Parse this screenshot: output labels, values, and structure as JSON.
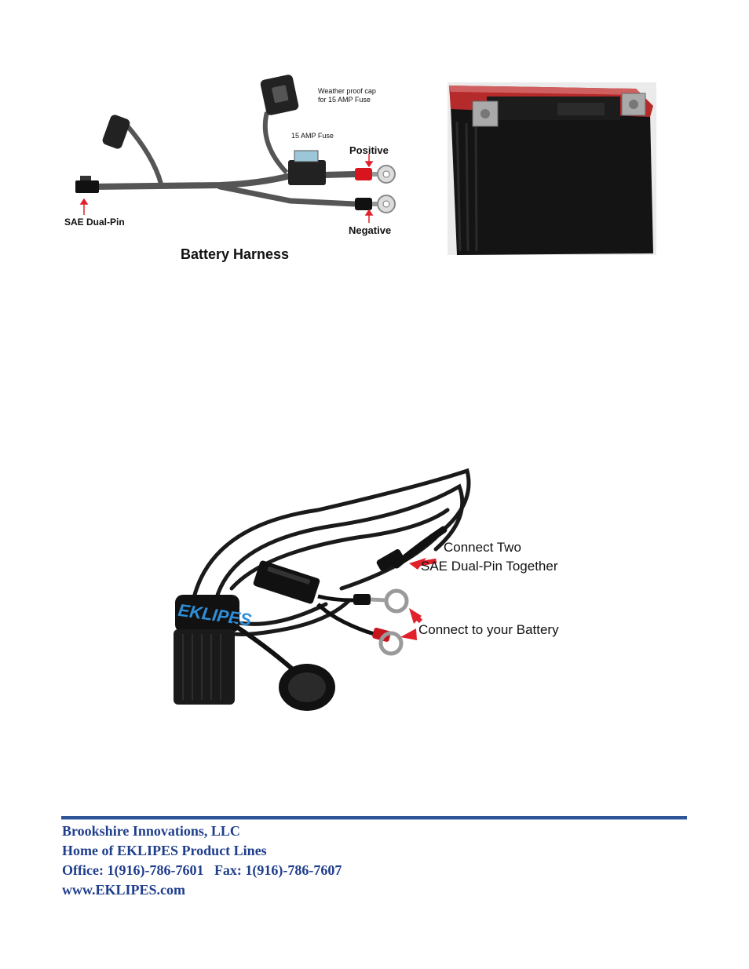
{
  "harness": {
    "cap_label_line1": "Weather proof cap",
    "cap_label_line2": "for 15 AMP Fuse",
    "fuse_label": "15 AMP Fuse",
    "positive_label": "Positive",
    "negative_label": "Negative",
    "sae_label": "SAE Dual-Pin",
    "caption": "Battery Harness"
  },
  "cable": {
    "brand_text": "EKLIPES",
    "label_line1": "Connect Two",
    "label_line2": "SAE Dual-Pin Together",
    "battery_label": "Connect to your Battery"
  },
  "footer": {
    "line1": "Brookshire Innovations, LLC",
    "line2": "Home of EKLIPES Product Lines",
    "line3": "Office: 1(916)-786-7601   Fax: 1(916)-786-7607",
    "line4": "www.EKLIPES.com"
  },
  "colors": {
    "arrow": "#e0202a",
    "footer_text": "#1f3e8c",
    "footer_rule": "#2f5597"
  }
}
